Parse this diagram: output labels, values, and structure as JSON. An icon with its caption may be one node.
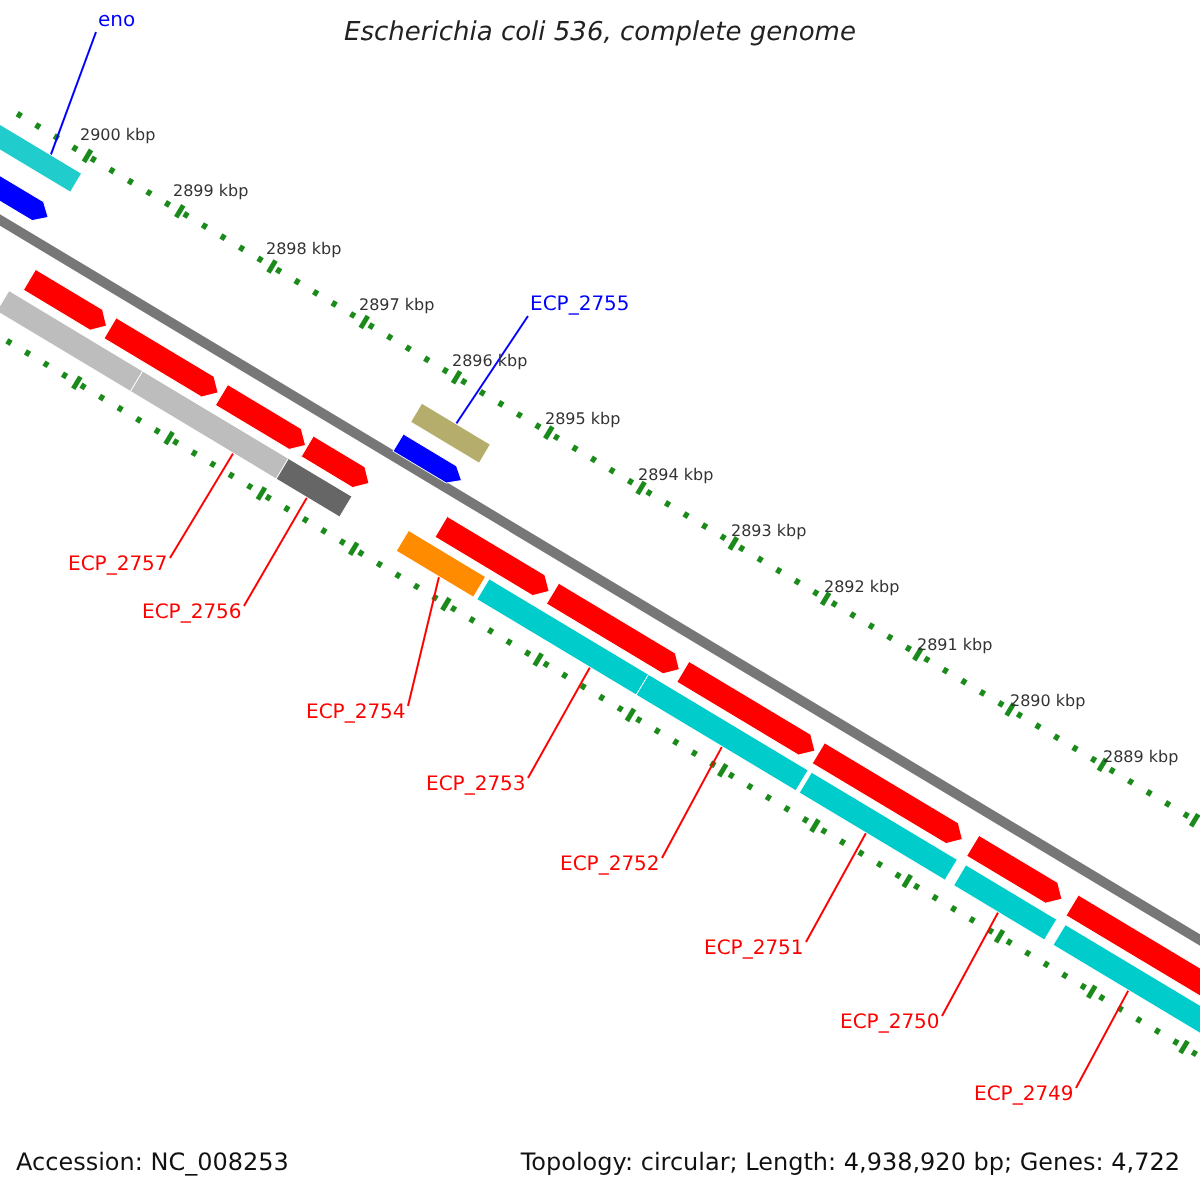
{
  "diagram": {
    "title": "Escherichia coli 536, complete genome",
    "nodes": [
      {
        "text": [
          "eno"
        ]
      },
      {
        "text": [
          "ECP_2755"
        ]
      },
      {
        "text": [
          "ECP_2757"
        ]
      },
      {
        "text": [
          "ECP_2756"
        ]
      },
      {
        "text": [
          "ECP_2754"
        ]
      },
      {
        "text": [
          "ECP_2753"
        ]
      },
      {
        "text": [
          "ECP_2752"
        ]
      },
      {
        "text": [
          "ECP_2751"
        ]
      },
      {
        "text": [
          "ECP_2750"
        ]
      },
      {
        "text": [
          "ECP_2749"
        ]
      },
      {
        "text": [],
        "shape": "bar"
      },
      {
        "text": [],
        "shape": "bar"
      },
      {
        "text": [],
        "shape": "bar"
      },
      {
        "text": [],
        "shape": "bar"
      },
      {
        "text": [],
        "shape": "bar"
      },
      {
        "text": [],
        "shape": "bar"
      },
      {
        "text": [],
        "shape": "bar"
      },
      {
        "text": [],
        "shape": "bar"
      },
      {
        "text": [],
        "shape": "bar"
      },
      {
        "text": [],
        "shape": "bar"
      },
      {
        "text": [],
        "shape": "arrow"
      },
      {
        "text": [],
        "shape": "bar"
      },
      {
        "text": [],
        "shape": "arrow"
      },
      {
        "text": [],
        "shape": "arrow"
      },
      {
        "text": [],
        "shape": "arrow"
      },
      {
        "text": [],
        "shape": "arrow"
      },
      {
        "text": [],
        "shape": "arrow"
      },
      {
        "text": [],
        "shape": "arrow"
      },
      {
        "text": [],
        "shape": "arrow"
      },
      {
        "text": [],
        "shape": "arrow"
      },
      {
        "text": [],
        "shape": "arrow"
      },
      {
        "text": [],
        "shape": "arrow"
      },
      {
        "text": [],
        "shape": "arrow"
      }
    ],
    "edges": [
      {
        "from": 0,
        "to": 10,
        "arrow": "none",
        "color": "#0000ff"
      },
      {
        "from": 1,
        "to": 11,
        "arrow": "none",
        "color": "#0000ff"
      },
      {
        "from": 2,
        "to": 12,
        "arrow": "none"
      },
      {
        "from": 3,
        "to": 13,
        "arrow": "none"
      },
      {
        "from": 4,
        "to": 14,
        "arrow": "none"
      },
      {
        "from": 5,
        "to": 15,
        "arrow": "none"
      },
      {
        "from": 6,
        "to": 16,
        "arrow": "none"
      },
      {
        "from": 7,
        "to": 17,
        "arrow": "none"
      },
      {
        "from": 8,
        "to": 18,
        "arrow": "none"
      },
      {
        "from": 9,
        "to": 19,
        "arrow": "none"
      }
    ],
    "labels": [
      "2900 kbp",
      "2899 kbp",
      "2898 kbp",
      "2897 kbp",
      "2896 kbp",
      "2895 kbp",
      "2894 kbp",
      "2893 kbp",
      "2892 kbp",
      "2891 kbp",
      "2890 kbp",
      "2889 kbp",
      "Accession: NC_008253",
      "Topology: circular; Length: 4,938,920 bp; Genes: 4,722"
    ]
  }
}
